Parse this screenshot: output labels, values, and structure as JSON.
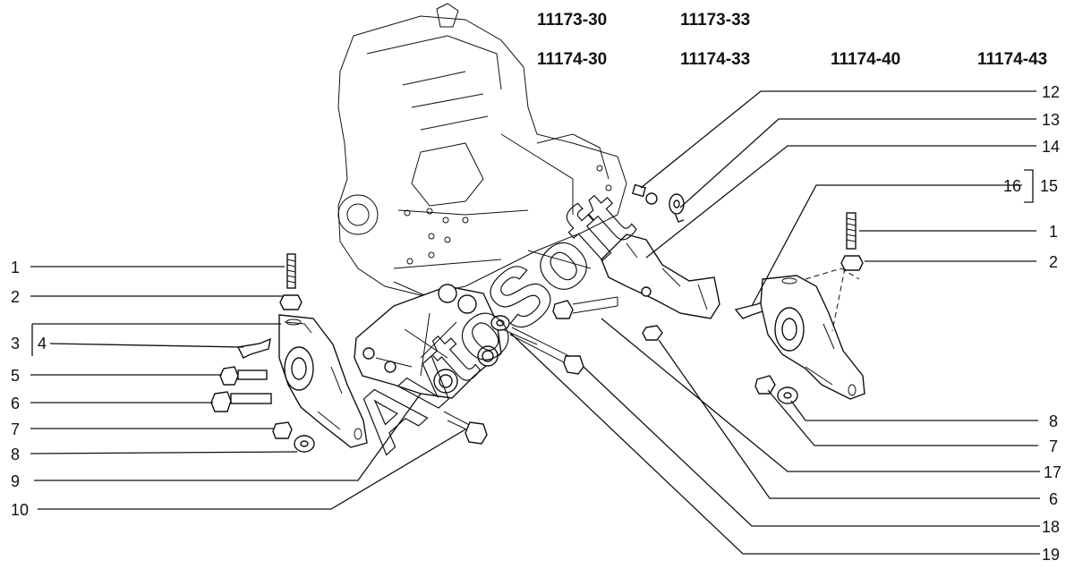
{
  "model_codes": {
    "col1_top": "11173-30",
    "col1_bottom": "11174-30",
    "col2_top": "11173-33",
    "col2_bottom": "11174-33",
    "col3": "11174-40",
    "col4": "11174-43"
  },
  "left_callouts": [
    "1",
    "2",
    "3",
    "4",
    "5",
    "6",
    "7",
    "8",
    "9",
    "10"
  ],
  "right_callouts": [
    "12",
    "13",
    "14",
    "16",
    "15",
    "1",
    "2",
    "8",
    "7",
    "17",
    "6",
    "18",
    "19"
  ],
  "watermark": "AvtoSoft"
}
